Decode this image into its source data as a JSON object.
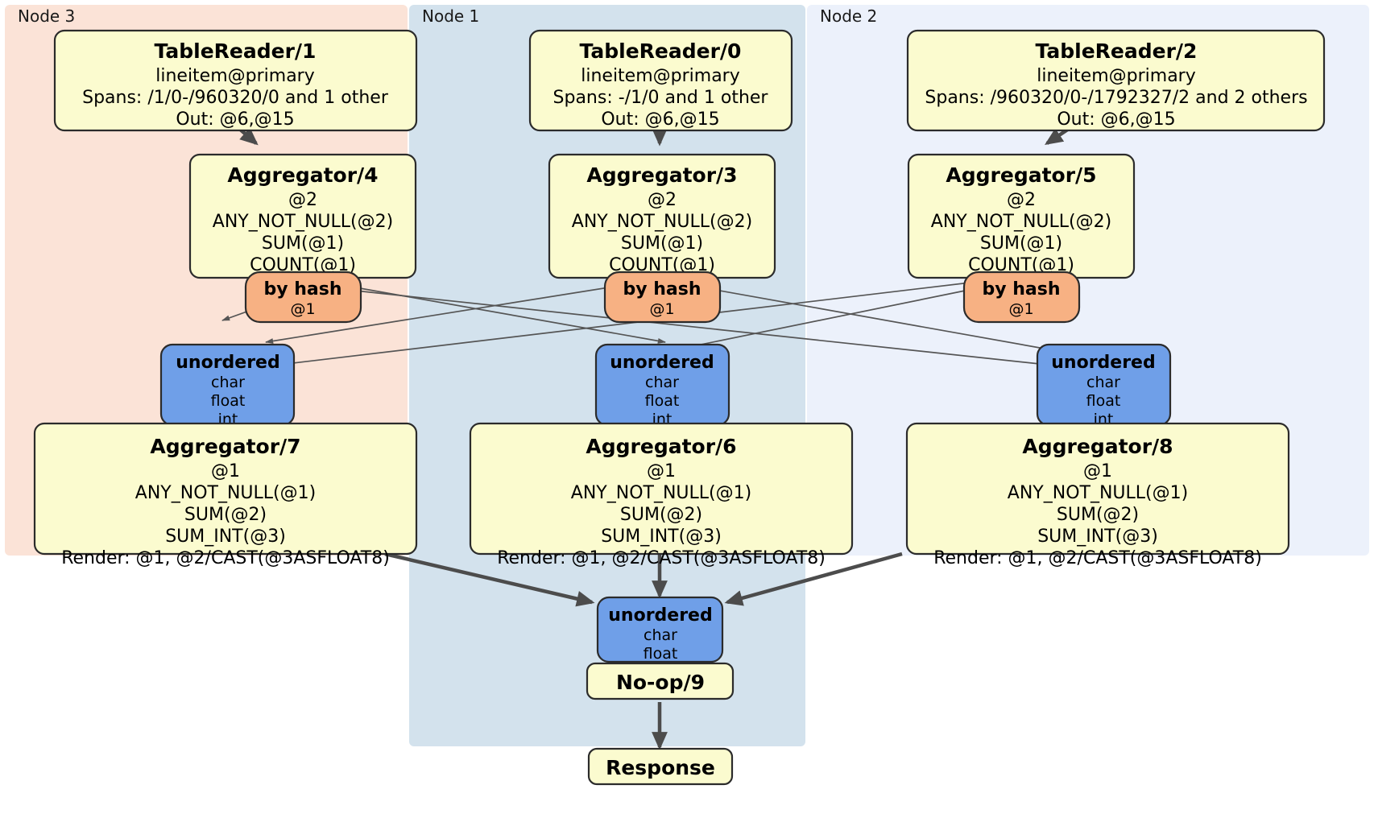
{
  "diagram": {
    "title": "Distributed query plan",
    "colors": {
      "node3_panel": "#fbe3d7",
      "node1_panel": "#d3e2ed",
      "node2_panel": "#ecf1fb",
      "processor_fill": "#fbfbcf",
      "router_fill": "#f7b183",
      "sync_fill": "#6f9fe8",
      "edge": "#4c4c4c",
      "router_edge": "#555555",
      "border": "#2b2b2b"
    },
    "panels": [
      {
        "id": "node3",
        "label": "Node 3"
      },
      {
        "id": "node1",
        "label": "Node 1"
      },
      {
        "id": "node2",
        "label": "Node 2"
      }
    ],
    "nodes": {
      "tablereader_1": {
        "title": "TableReader/1",
        "lines": [
          "lineitem@primary",
          "Spans: /1/0-/960320/0 and 1 other",
          "Out: @6,@15"
        ]
      },
      "tablereader_0": {
        "title": "TableReader/0",
        "lines": [
          "lineitem@primary",
          "Spans: -/1/0 and 1 other",
          "Out: @6,@15"
        ]
      },
      "tablereader_2": {
        "title": "TableReader/2",
        "lines": [
          "lineitem@primary",
          "Spans: /960320/0-/1792327/2 and 2 others",
          "Out: @6,@15"
        ]
      },
      "aggregator_4": {
        "title": "Aggregator/4",
        "lines": [
          "@2",
          "ANY_NOT_NULL(@2)",
          "SUM(@1)",
          "COUNT(@1)"
        ]
      },
      "aggregator_3": {
        "title": "Aggregator/3",
        "lines": [
          "@2",
          "ANY_NOT_NULL(@2)",
          "SUM(@1)",
          "COUNT(@1)"
        ]
      },
      "aggregator_5": {
        "title": "Aggregator/5",
        "lines": [
          "@2",
          "ANY_NOT_NULL(@2)",
          "SUM(@1)",
          "COUNT(@1)"
        ]
      },
      "router_left": {
        "title": "by hash",
        "lines": [
          "@1"
        ]
      },
      "router_center": {
        "title": "by hash",
        "lines": [
          "@1"
        ]
      },
      "router_right": {
        "title": "by hash",
        "lines": [
          "@1"
        ]
      },
      "sync_left": {
        "title": "unordered",
        "lines": [
          "char",
          "float",
          "int"
        ]
      },
      "sync_center": {
        "title": "unordered",
        "lines": [
          "char",
          "float",
          "int"
        ]
      },
      "sync_right": {
        "title": "unordered",
        "lines": [
          "char",
          "float",
          "int"
        ]
      },
      "aggregator_7": {
        "title": "Aggregator/7",
        "lines": [
          "@1",
          "ANY_NOT_NULL(@1)",
          "SUM(@2)",
          "SUM_INT(@3)",
          "Render: @1, @2/CAST(@3ASFLOAT8)"
        ]
      },
      "aggregator_6": {
        "title": "Aggregator/6",
        "lines": [
          "@1",
          "ANY_NOT_NULL(@1)",
          "SUM(@2)",
          "SUM_INT(@3)",
          "Render: @1, @2/CAST(@3ASFLOAT8)"
        ]
      },
      "aggregator_8": {
        "title": "Aggregator/8",
        "lines": [
          "@1",
          "ANY_NOT_NULL(@1)",
          "SUM(@2)",
          "SUM_INT(@3)",
          "Render: @1, @2/CAST(@3ASFLOAT8)"
        ]
      },
      "sync_final": {
        "title": "unordered",
        "lines": [
          "char",
          "float"
        ]
      },
      "noop_9": {
        "title": "No-op/9",
        "lines": []
      },
      "response": {
        "title": "Response",
        "lines": []
      }
    }
  }
}
